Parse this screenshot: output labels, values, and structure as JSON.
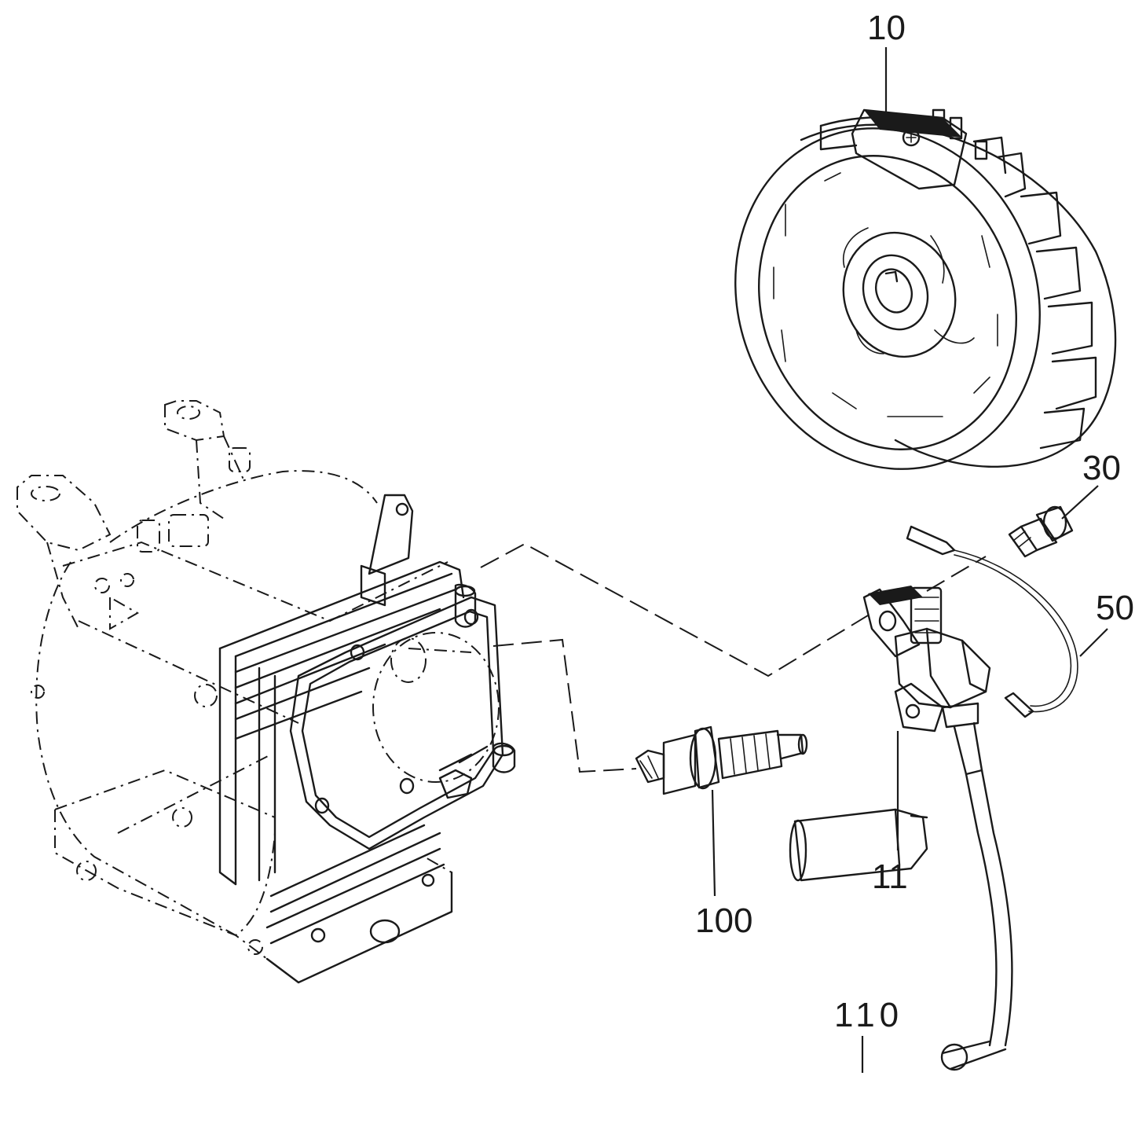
{
  "callouts": {
    "flywheel": "10",
    "bolt": "30",
    "wire": "50",
    "ignition_coil": "11",
    "spark_plug": "100",
    "plug_cap": "110"
  },
  "colors": {
    "line": "#1a1a1a",
    "background": "#ffffff"
  }
}
